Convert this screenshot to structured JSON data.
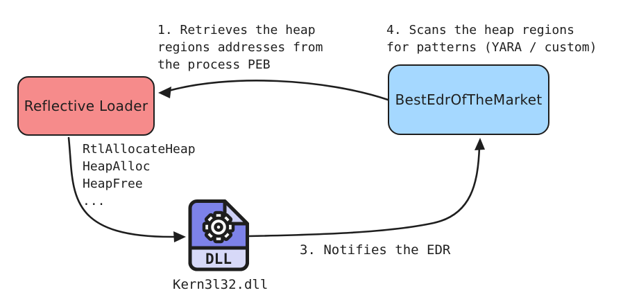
{
  "canvas": {
    "background": "#ffffff",
    "ink": "#1e1e1e"
  },
  "nodes": {
    "reflective_loader": {
      "label": "Reflective Loader",
      "fill": "#f68b8b"
    },
    "best_edr": {
      "label": "BestEdrOfTheMarket",
      "fill": "#a5d8ff"
    },
    "dll_file": {
      "badge": "DLL",
      "caption": "Kern3l32.dll",
      "body_fill": "#7d82e9",
      "band_fill": "#d7d9f8",
      "fold_fill": "#cdd0f6",
      "gear_fill": "#ffffff"
    }
  },
  "annotations": {
    "step1": "1. Retrieves the heap\nregions addresses from\nthe process PEB",
    "step3": "3. Notifies the EDR",
    "step4": "4. Scans the heap regions\nfor patterns (YARA / custom)",
    "hooked_apis": "RtlAllocateHeap\nHeapAlloc\nHeapFree\n..."
  }
}
